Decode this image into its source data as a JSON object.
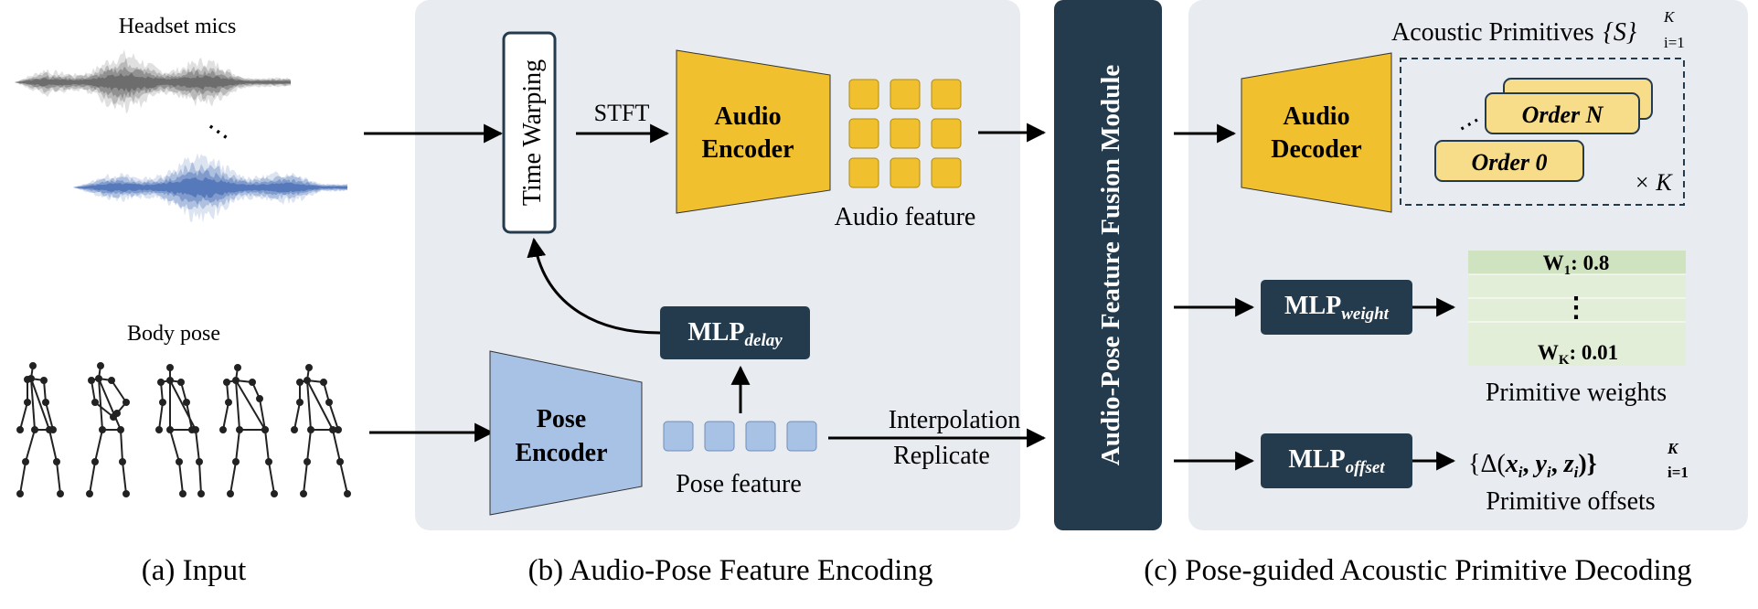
{
  "panel_a": {
    "caption": "(a) Input",
    "headset_label": "Headset mics",
    "pose_label": "Body pose"
  },
  "panel_b": {
    "caption": "(b) Audio-Pose Feature Encoding",
    "time_warping": "Time Warping",
    "stft": "STFT",
    "audio_encoder": [
      "Audio",
      "Encoder"
    ],
    "audio_feature": "Audio feature",
    "mlp_delay": {
      "base": "MLP",
      "sub": "delay"
    },
    "pose_encoder": [
      "Pose",
      "Encoder"
    ],
    "pose_feature": "Pose feature",
    "interpolation": "Interpolation",
    "replicate": "Replicate"
  },
  "fusion_module": "Audio-Pose Feature Fusion Module",
  "panel_c": {
    "caption": "(c) Pose-guided Acoustic Primitive Decoding",
    "primitives_title": "Acoustic Primitives",
    "primitives_set": "{S}",
    "primitives_sup": "K",
    "primitives_sub": "i=1",
    "audio_decoder": [
      "Audio",
      "Decoder"
    ],
    "order_n": "Order N",
    "order_0": "Order 0",
    "times_k": "× K",
    "mlp_weight": {
      "base": "MLP",
      "sub": "weight"
    },
    "weights": {
      "first_label": "W",
      "first_sub": "1",
      "first_value": ": 0.8",
      "vdots": "⋮",
      "last_label": "W",
      "last_sub": "K",
      "last_value": ": 0.01"
    },
    "primitive_weights": "Primitive weights",
    "mlp_offset": {
      "base": "MLP",
      "sub": "offset"
    },
    "offset_formula": {
      "open": "{Δ(",
      "x": "x",
      "y": "y",
      "z": "z",
      "i": "i",
      "close": ")}",
      "sup": "K",
      "sub": "i=1"
    },
    "primitive_offsets": "Primitive offsets"
  },
  "colors": {
    "panel_bg": "#e8ebf0",
    "audio_yellow": "#f0c02e",
    "pose_blue": "#a8c2e6",
    "dark_navy": "#243b4d",
    "weight_green": "#dcebd0"
  }
}
